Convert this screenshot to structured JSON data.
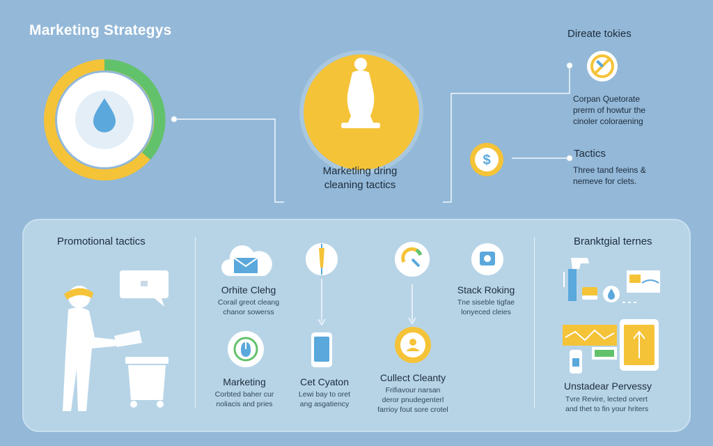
{
  "title": "Marketing Strategys",
  "top_right": {
    "heading": "Direate tokies",
    "text_lines": [
      "Corpan Quetorate",
      "prerm of howtur the",
      "cinoler coloraening"
    ],
    "tactics_heading": "Tactics",
    "tactics_lines": [
      "Three tand feeins &",
      "nemeve for clets."
    ]
  },
  "center": {
    "lines": [
      "Marketling dring",
      "cleaning tactics"
    ]
  },
  "panel": {
    "left_heading": "Promotional tactics",
    "items": [
      {
        "heading": "Orhite Clehg",
        "lines": [
          "Corail greot cleang",
          "chanor sowerss"
        ]
      },
      {
        "heading": "Stack Roking",
        "lines": [
          "Tne siseble tigfae",
          "lonyeced cleies"
        ]
      },
      {
        "heading": "Marketing",
        "lines": [
          "Corbted baher cur",
          "noliacis and pries"
        ]
      },
      {
        "heading": "Cet Cyaton",
        "lines": [
          "Lewi bay to oret",
          "ang asgatiency"
        ]
      },
      {
        "heading": "Cullect Cleanty",
        "lines": [
          "Frifiavour narsan",
          "deror pnudegenterl",
          "farrioy fout sore crotel"
        ]
      }
    ],
    "right_heading": "Branktgial ternes",
    "right_sub_heading": "Unstadear Pervessy",
    "right_sub_lines": [
      "Tvre Revire, lected orvert",
      "and thet to fin your hriters"
    ]
  },
  "colors": {
    "background": "#93b8d8",
    "panel": "#b7d4e7",
    "accent_yellow": "#f5c338",
    "accent_green": "#62c26b",
    "accent_blue": "#5aa8dc"
  }
}
